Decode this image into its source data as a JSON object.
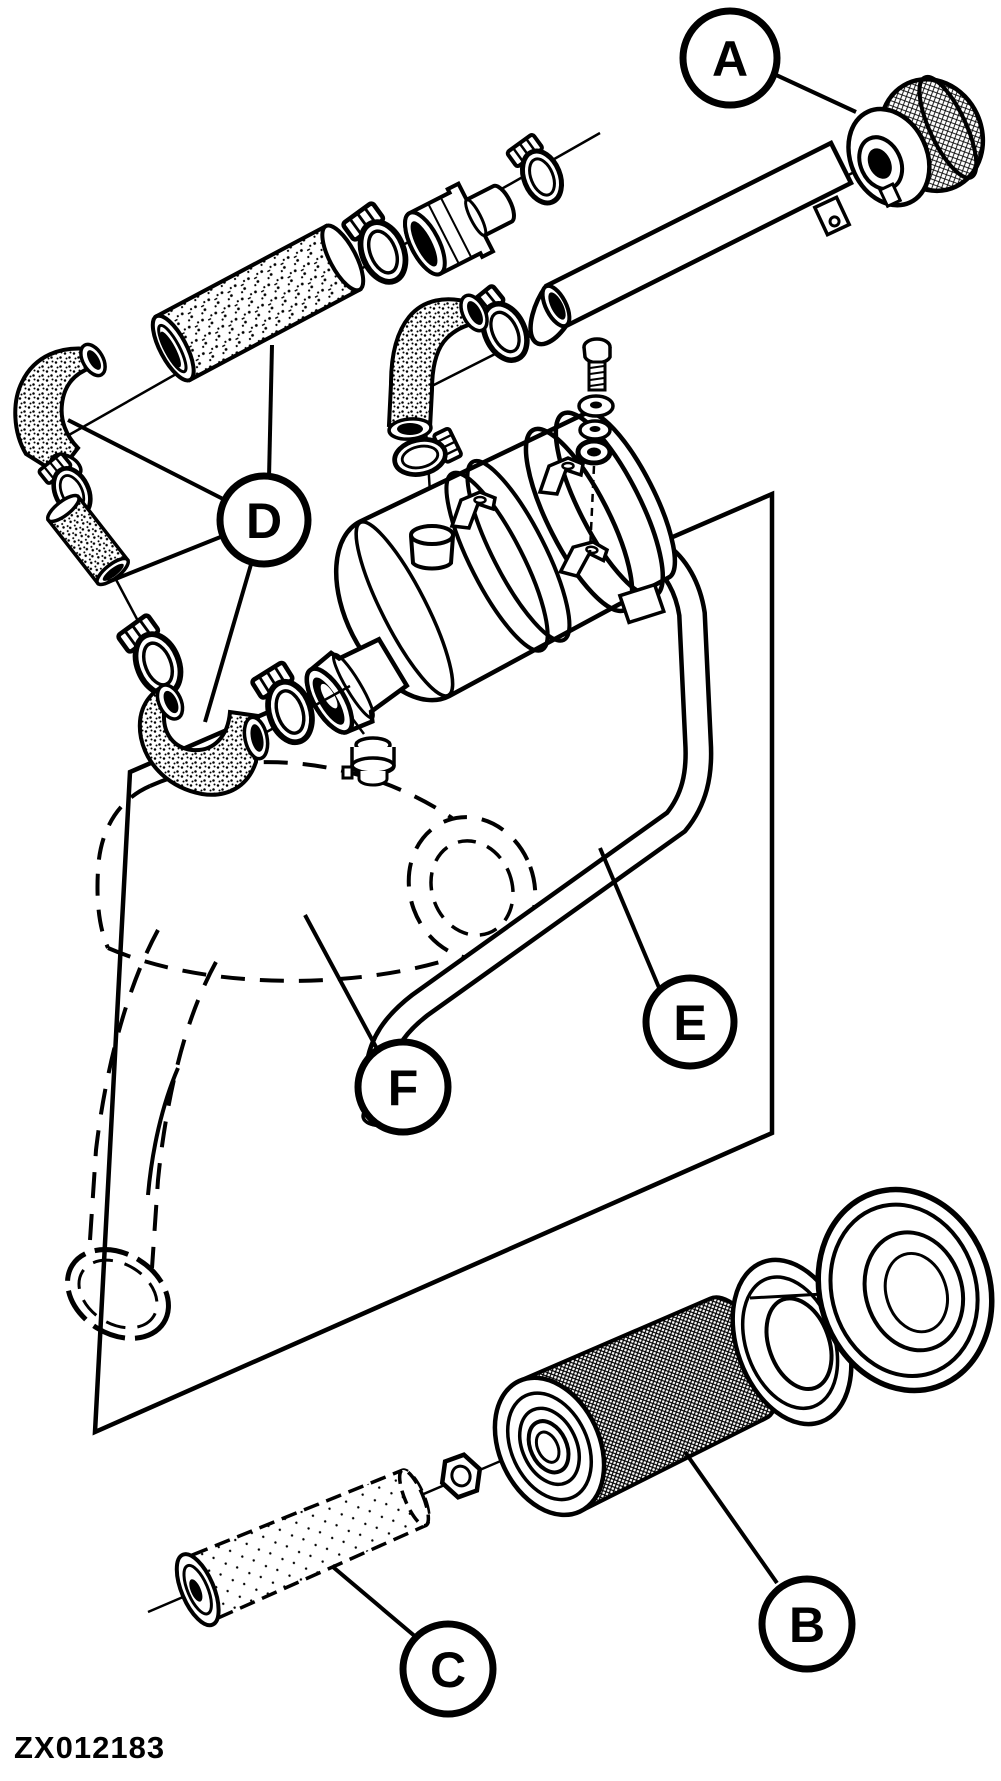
{
  "figure": {
    "type": "exploded-parts-diagram",
    "callouts": {
      "a": "A",
      "b": "B",
      "c": "C",
      "d": "D",
      "e": "E",
      "f": "F"
    },
    "caption": "ZX012183",
    "colors": {
      "ink": "#000000",
      "paper": "#ffffff"
    }
  }
}
